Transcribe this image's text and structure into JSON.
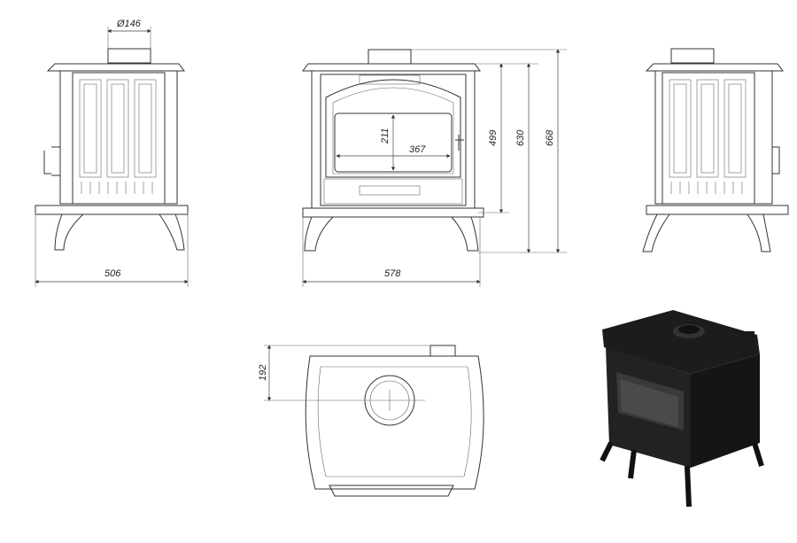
{
  "title": "Stove technical drawing",
  "dimensions": {
    "flue_diameter": "Ø146",
    "side_depth": "506",
    "front_width": "578",
    "glass_height": "211",
    "glass_width": "367",
    "height_to_base": "499",
    "height_to_top": "630",
    "height_to_flue": "668",
    "flue_offset": "192"
  },
  "colors": {
    "line": "#333333",
    "stove_render": "#1a1a1a"
  }
}
